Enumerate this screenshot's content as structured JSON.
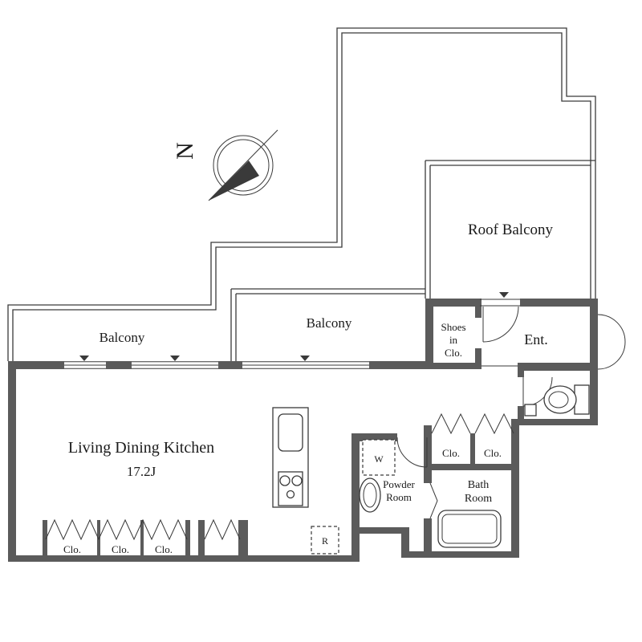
{
  "plan": {
    "labels": {
      "north": "N",
      "roof_balcony": "Roof Balcony",
      "balcony_left": "Balcony",
      "balcony_mid": "Balcony",
      "shoes1": "Shoes",
      "shoes2": "in",
      "shoes3": "Clo.",
      "ent": "Ent.",
      "ldk": "Living Dining Kitchen",
      "ldk_size": "17.2J",
      "clo_a": "Clo.",
      "clo_b": "Clo.",
      "clo_c": "Clo.",
      "clo_d": "Clo.",
      "clo_e": "Clo.",
      "powder1": "Powder",
      "powder2": "Room",
      "bath1": "Bath",
      "bath2": "Room",
      "washer": "W",
      "fridge": "R"
    },
    "colors": {
      "wall": "#5b5b5b",
      "line": "#3a3a3a",
      "text": "#1b1b1b",
      "bg": "#ffffff"
    }
  }
}
